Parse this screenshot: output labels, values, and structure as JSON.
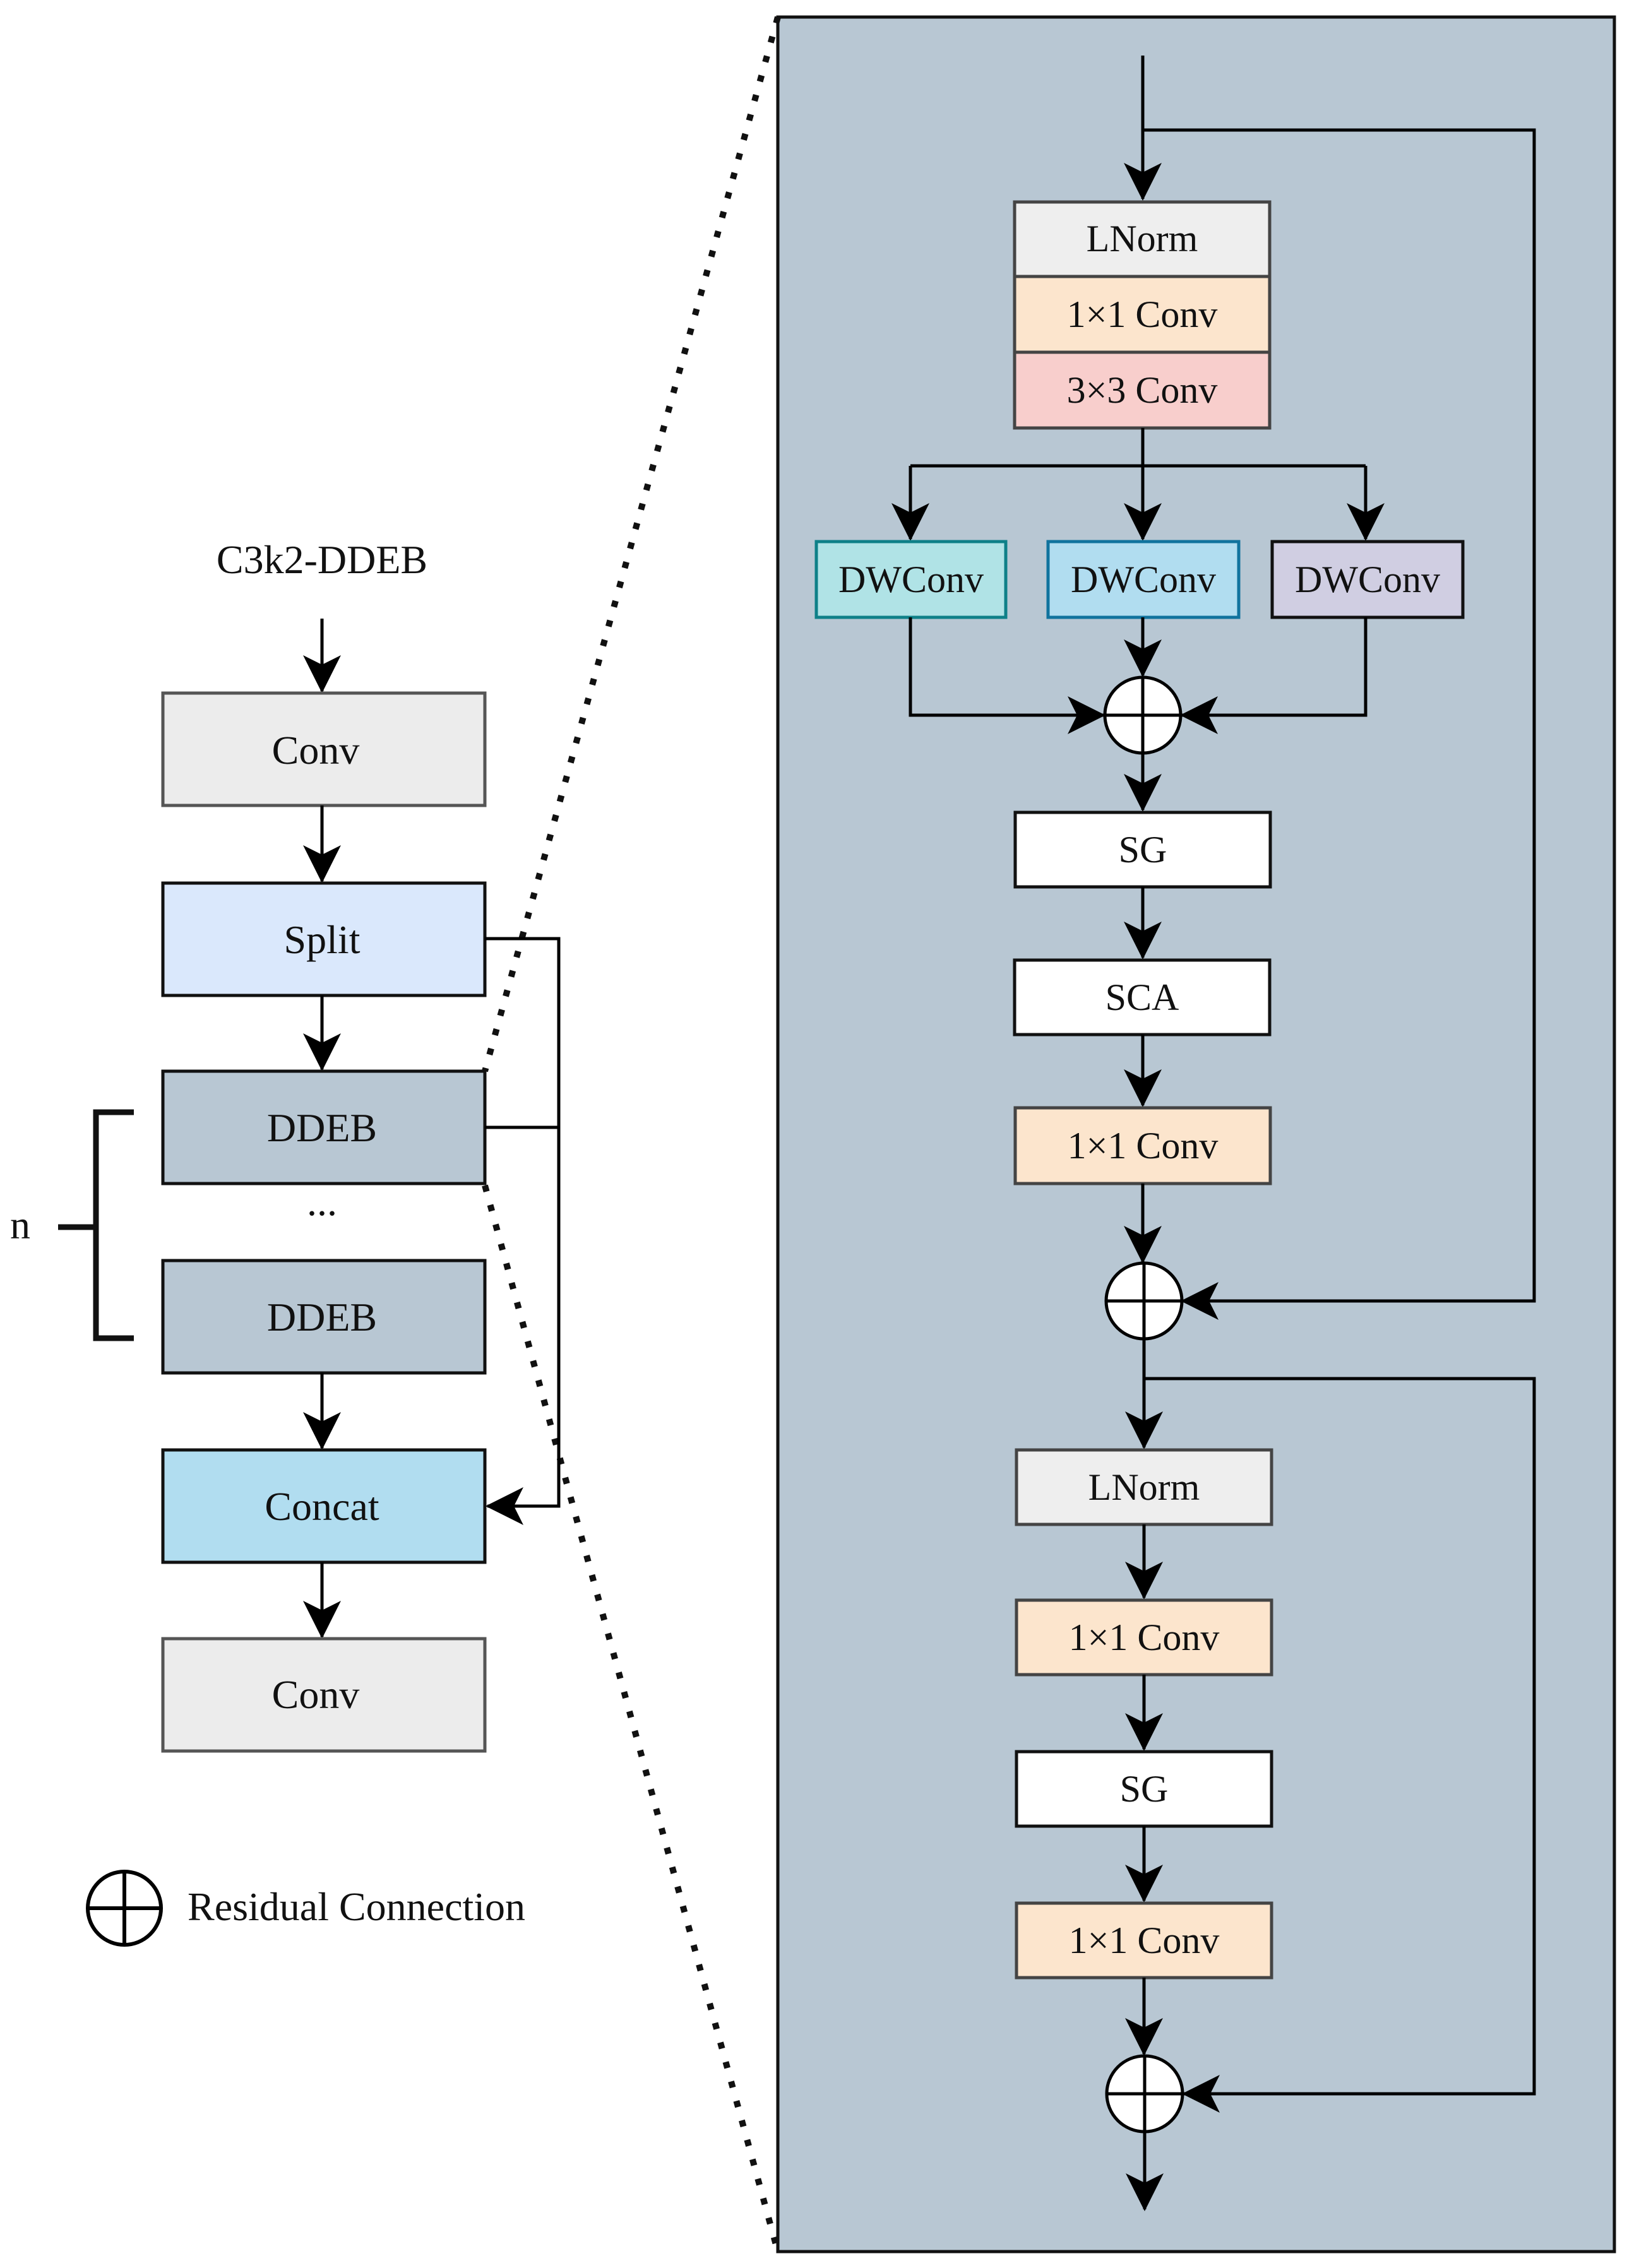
{
  "left": {
    "title": "C3k2-DDEB",
    "conv_top": "Conv",
    "split": "Split",
    "ddeb_1": "DDEB",
    "ellipsis": "...",
    "ddeb_2": "DDEB",
    "concat": "Concat",
    "conv_bottom": "Conv",
    "repeat_label": "n"
  },
  "legend": {
    "label": "Residual Connection"
  },
  "ddeb_detail": {
    "lnorm_1": "LNorm",
    "conv1x1_1": "1×1 Conv",
    "conv3x3": "3×3 Conv",
    "dwconv_1": "DWConv",
    "dwconv_2": "DWConv",
    "dwconv_3": "DWConv",
    "sg_1": "SG",
    "sca": "SCA",
    "conv1x1_2": "1×1 Conv",
    "lnorm_2": "LNorm",
    "conv1x1_3": "1×1 Conv",
    "sg_2": "SG",
    "conv1x1_4": "1×1 Conv"
  },
  "colors": {
    "panel": "#b8c7d3",
    "gray_box": "#ececec",
    "split": "#dae8fc",
    "ddeb": "#b8c7d3",
    "concat": "#b1ddf0",
    "lnorm": "#eeeeee",
    "conv1x1": "#fce5cd",
    "conv3x3": "#f8cecc",
    "dwconv_teal": "#b0e3e6",
    "dwconv_blue": "#b1ddf0",
    "dwconv_purple": "#d0cee2",
    "white_box": "#ffffff"
  }
}
